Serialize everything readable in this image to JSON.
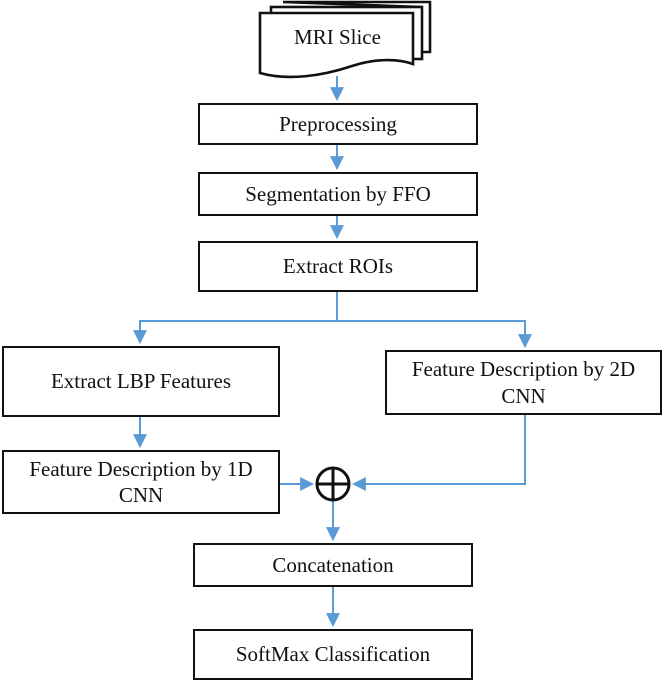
{
  "figure": {
    "title_hint": "flowchart",
    "background_color": "#ffffff",
    "arrow_color": "#5B9BD5",
    "box_border_color": "#111111",
    "merge_symbol": "⊕",
    "nodes": {
      "mri": {
        "label": "MRI Slice",
        "shape": "multi-document"
      },
      "preprocessing": {
        "label": "Preprocessing",
        "shape": "rect"
      },
      "segmentation": {
        "label": "Segmentation by FFO",
        "shape": "rect"
      },
      "extract_rois": {
        "label": "Extract ROIs",
        "shape": "rect"
      },
      "extract_lbp": {
        "label": "Extract LBP Features",
        "shape": "rect"
      },
      "feature_1d": {
        "label": "Feature Description by 1D CNN",
        "shape": "rect"
      },
      "feature_2d": {
        "label": "Feature Description by 2D CNN",
        "shape": "rect"
      },
      "merge": {
        "label": "⊕",
        "shape": "circled-plus"
      },
      "concatenation": {
        "label": "Concatenation",
        "shape": "rect"
      },
      "softmax": {
        "label": "SoftMax Classification",
        "shape": "rect"
      }
    },
    "edges": [
      {
        "from": "mri",
        "to": "preprocessing"
      },
      {
        "from": "preprocessing",
        "to": "segmentation"
      },
      {
        "from": "segmentation",
        "to": "extract_rois"
      },
      {
        "from": "extract_rois",
        "to": "extract_lbp"
      },
      {
        "from": "extract_rois",
        "to": "feature_2d"
      },
      {
        "from": "extract_lbp",
        "to": "feature_1d"
      },
      {
        "from": "feature_1d",
        "to": "merge"
      },
      {
        "from": "feature_2d",
        "to": "merge"
      },
      {
        "from": "merge",
        "to": "concatenation"
      },
      {
        "from": "concatenation",
        "to": "softmax"
      }
    ]
  }
}
